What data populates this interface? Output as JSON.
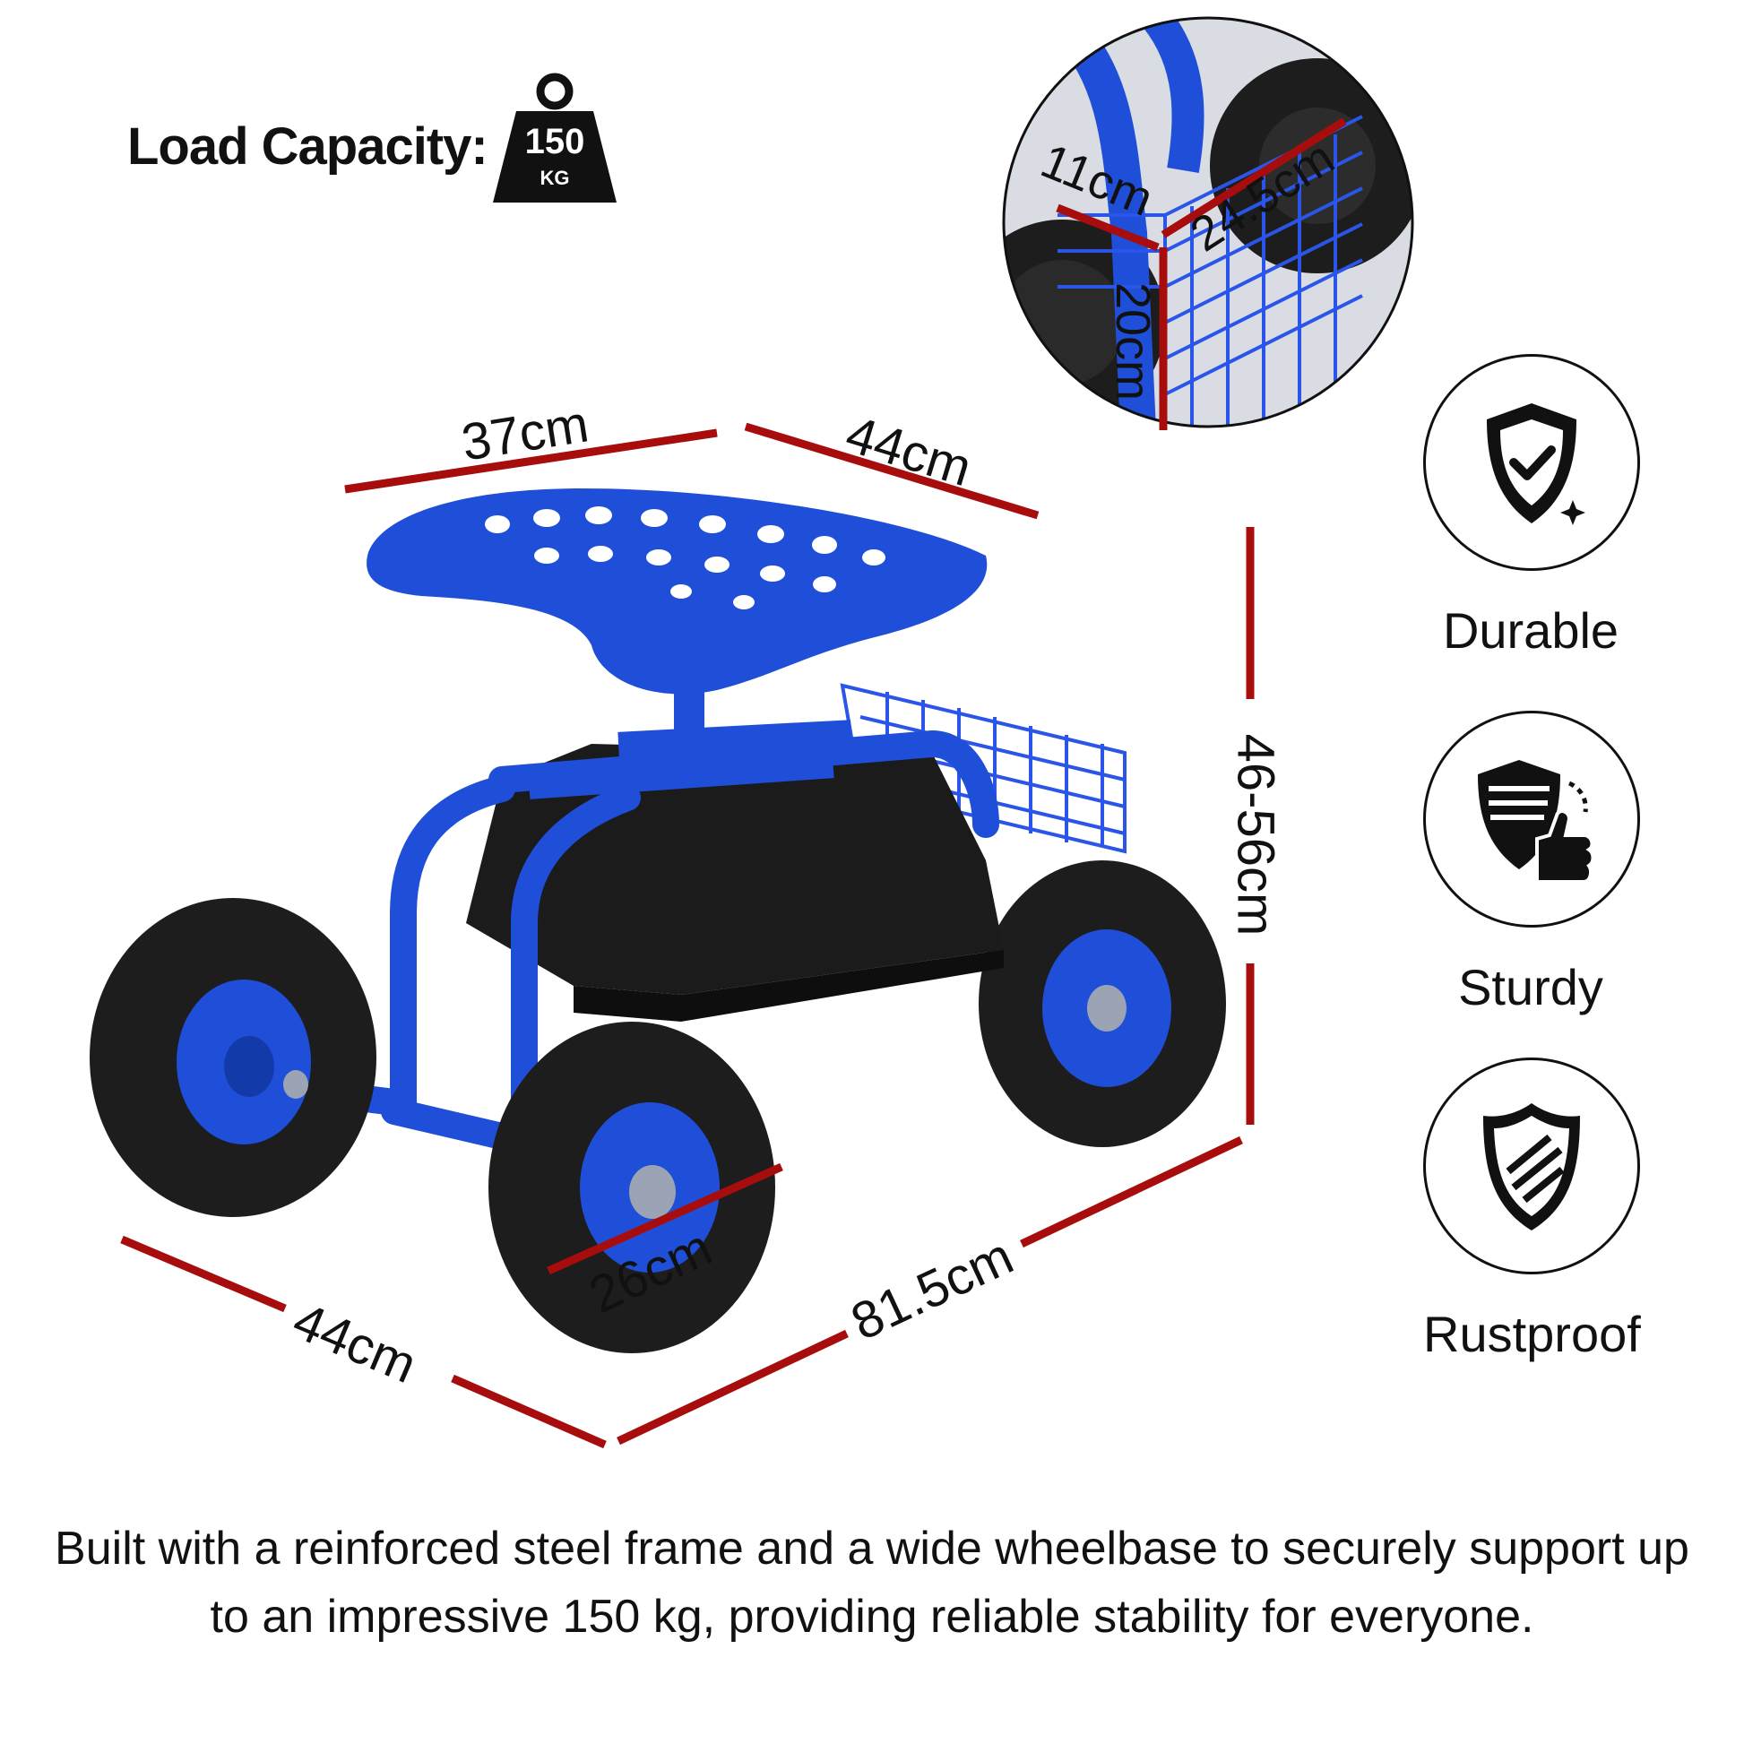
{
  "load_capacity": {
    "label": "Load Capacity:",
    "value": "150",
    "unit": "KG"
  },
  "dimensions": {
    "seat_width": "37cm",
    "seat_depth": "44cm",
    "height": "46-56cm",
    "base_width": "44cm",
    "base_length": "81.5cm",
    "wheel_diameter": "26cm",
    "basket_depth": "11cm",
    "basket_length": "24.5cm",
    "basket_height": "20cm"
  },
  "features": [
    {
      "label": "Durable",
      "icon": "shield-check-icon"
    },
    {
      "label": "Sturdy",
      "icon": "shield-thumbs-up-icon"
    },
    {
      "label": "Rustproof",
      "icon": "shield-stripes-icon"
    }
  ],
  "description": "Built with a reinforced steel frame and a wide wheelbase to securely support up to an impressive 150 kg, providing reliable stability for everyone.",
  "colors": {
    "frame": "#1f4fd8",
    "dimension_line": "#a80d0d",
    "tire": "#1a1a1a"
  }
}
